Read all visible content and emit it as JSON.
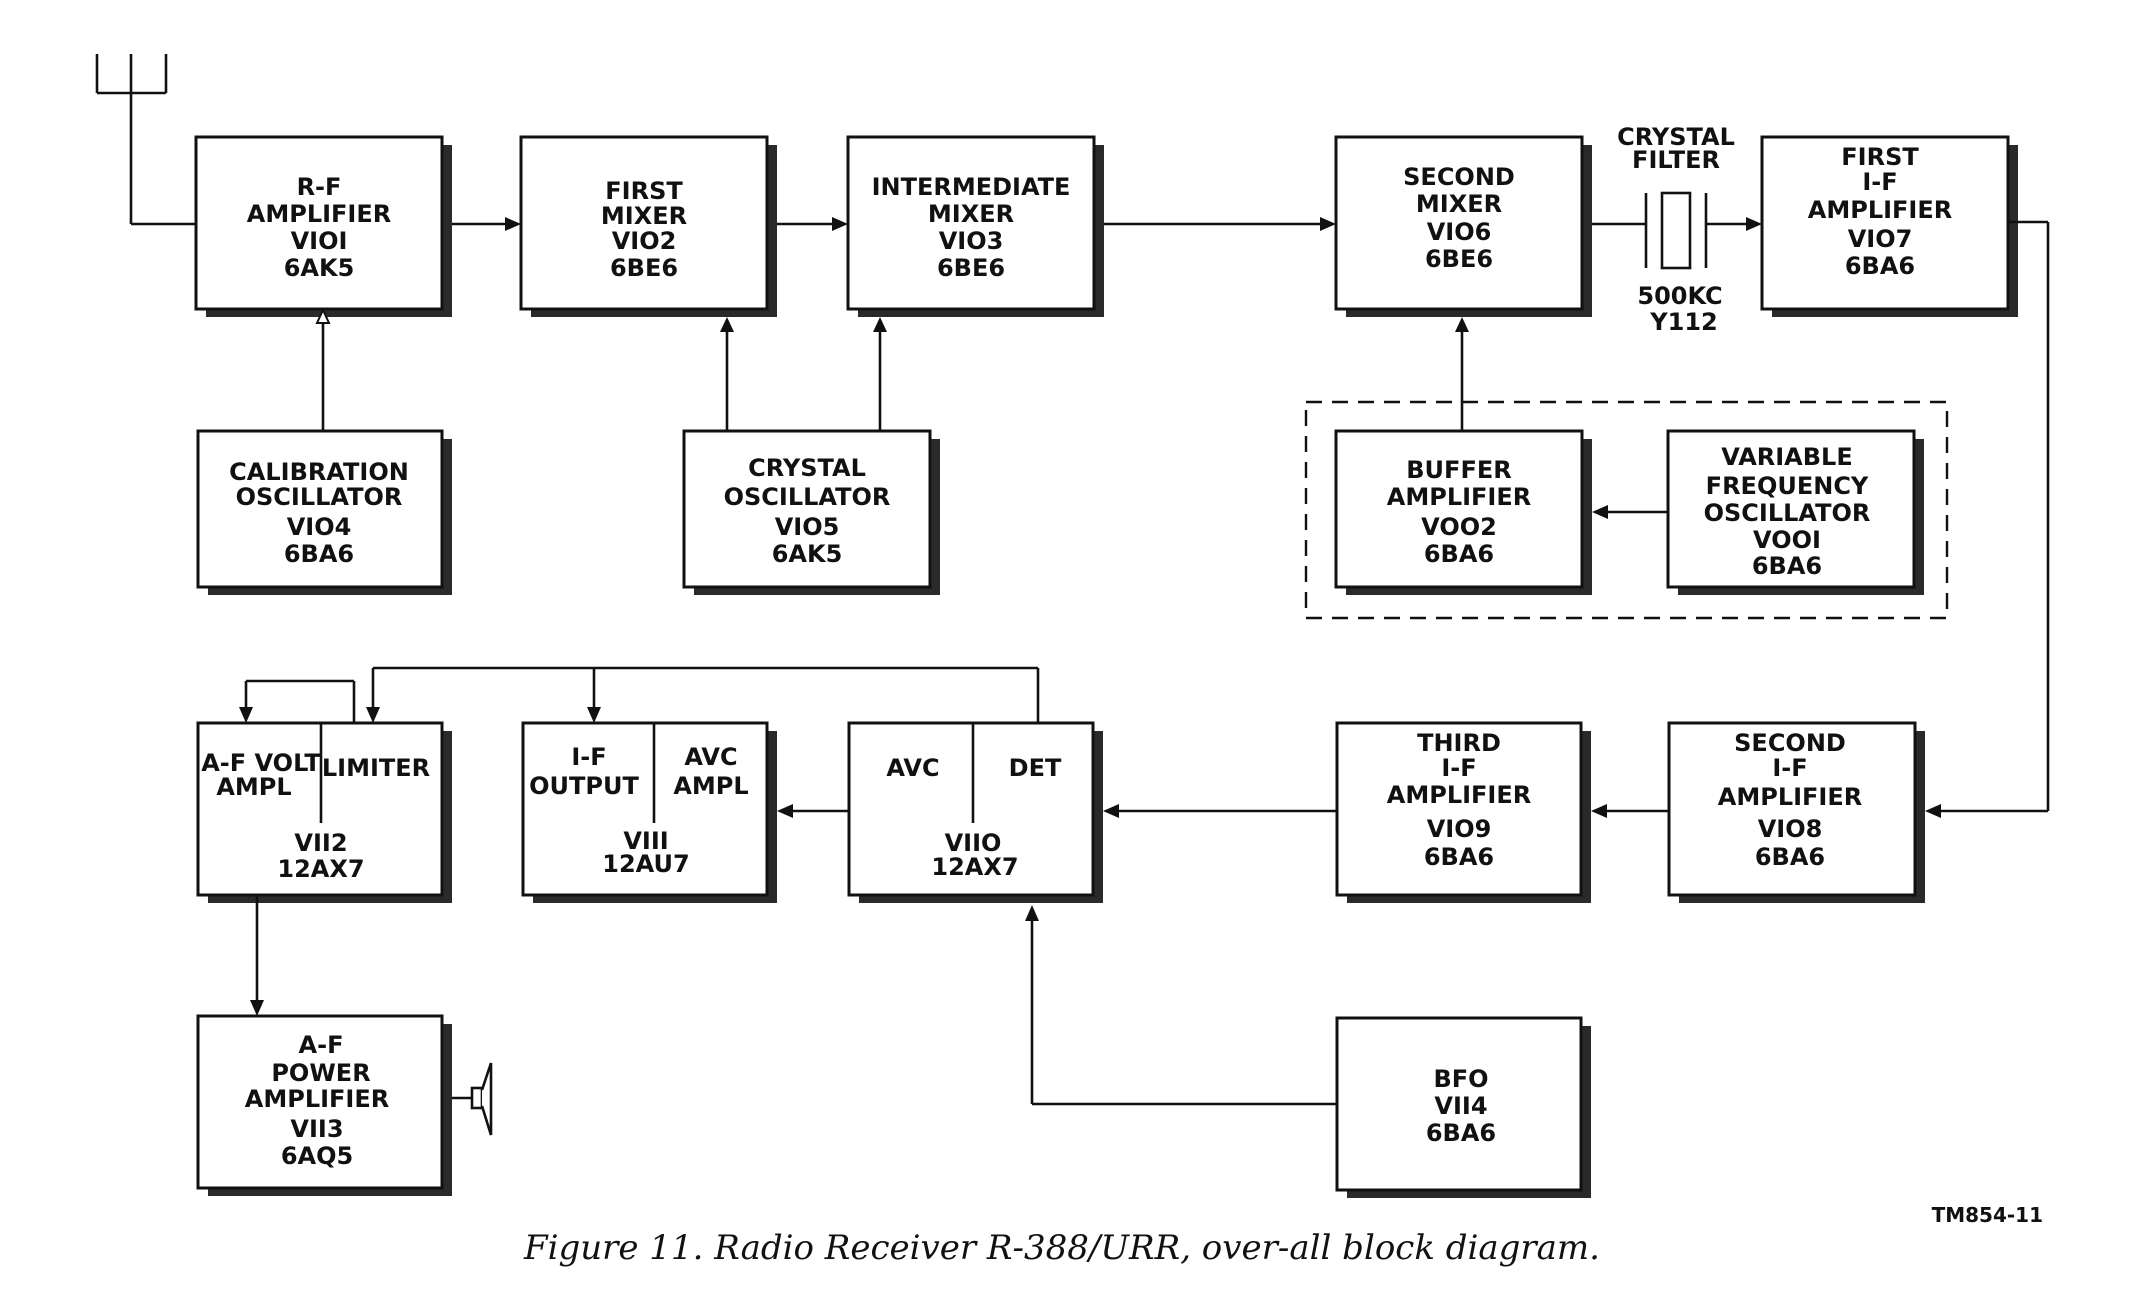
{
  "blocks": {
    "rf_amplifier": [
      "R-F",
      "AMPLIFIER",
      "VIOI",
      "6AK5"
    ],
    "first_mixer": [
      "FIRST",
      "MIXER",
      "VIO2",
      "6BE6"
    ],
    "intermediate_mixer": [
      "INTERMEDIATE",
      "MIXER",
      "VIO3",
      "6BE6"
    ],
    "second_mixer": [
      "SECOND",
      "MIXER",
      "VIO6",
      "6BE6"
    ],
    "crystal_filter_top": [
      "CRYSTAL",
      "FILTER"
    ],
    "crystal_filter_bottom": [
      "500KC",
      "Y112"
    ],
    "first_if_amplifier": [
      "FIRST",
      "I-F",
      "AMPLIFIER",
      "VIO7",
      "6BA6"
    ],
    "calibration_oscillator": [
      "CALIBRATION",
      "OSCILLATOR",
      "VIO4",
      "6BA6"
    ],
    "crystal_oscillator": [
      "CRYSTAL",
      "OSCILLATOR",
      "VIO5",
      "6AK5"
    ],
    "buffer_amplifier": [
      "BUFFER",
      "AMPLIFIER",
      "VOO2",
      "6BA6"
    ],
    "variable_frequency_oscillator": [
      "VARIABLE",
      "FREQUENCY",
      "OSCILLATOR",
      "VOOI",
      "6BA6"
    ],
    "af_volt_limiter": {
      "left": [
        "A-F VOLT",
        "AMPL"
      ],
      "right": [
        "LIMITER"
      ],
      "bottom": [
        "VII2",
        "12AX7"
      ]
    },
    "if_output_avc": {
      "left": [
        "I-F",
        "OUTPUT"
      ],
      "right": [
        "AVC",
        "AMPL"
      ],
      "bottom": [
        "VIII",
        "12AU7"
      ]
    },
    "avc_det": {
      "left": [
        "AVC"
      ],
      "right": [
        "DET"
      ],
      "bottom": [
        "VIIO",
        "12AX7"
      ]
    },
    "third_if_amplifier": [
      "THIRD",
      "I-F",
      "AMPLIFIER",
      "VIO9",
      "6BA6"
    ],
    "second_if_amplifier": [
      "SECOND",
      "I-F",
      "AMPLIFIER",
      "VIO8",
      "6BA6"
    ],
    "af_power_amplifier": [
      "A-F",
      "POWER",
      "AMPLIFIER",
      "VII3",
      "6AQ5"
    ],
    "bfo": [
      "BFO",
      "VII4",
      "6BA6"
    ]
  },
  "figure_tag": "TM854-11",
  "caption": "Figure 11.  Radio Receiver R-388/URR, over-all block diagram."
}
